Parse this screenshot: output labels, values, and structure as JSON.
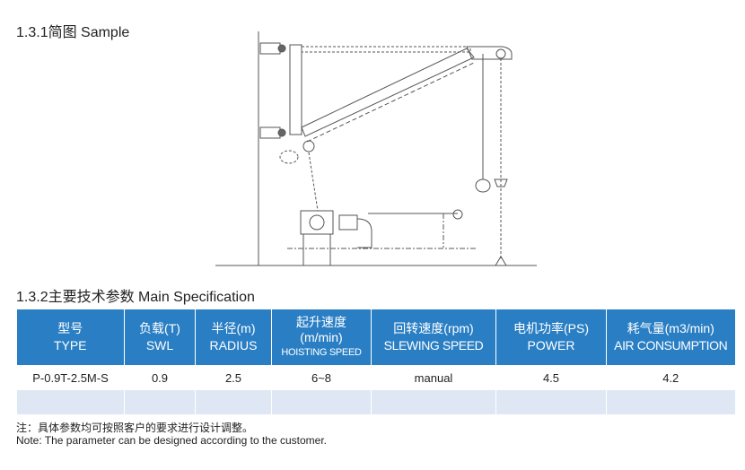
{
  "section1": {
    "title": "1.3.1简图 Sample"
  },
  "section2": {
    "title": "1.3.2主要技术参数 Main Specification"
  },
  "table": {
    "headers": [
      {
        "cn": "型号",
        "en": "TYPE"
      },
      {
        "cn": "负载(T)",
        "en": "SWL"
      },
      {
        "cn": "半径(m)",
        "en": "RADIUS"
      },
      {
        "cn": "起升速度",
        "unit": "(m/min)",
        "en": "HOISTING SPEED"
      },
      {
        "cn": "回转速度(rpm)",
        "en": "SLEWING SPEED"
      },
      {
        "cn": "电机功率(PS)",
        "en": "POWER"
      },
      {
        "cn": "耗气量(m3/min)",
        "en": "AIR CONSUMPTION"
      }
    ],
    "rows": [
      [
        "P-0.9T-2.5M-S",
        "0.9",
        "2.5",
        "6~8",
        "manual",
        "4.5",
        "4.2"
      ]
    ]
  },
  "note": {
    "cn": "注：具体参数均可按照客户的要求进行设计调整。",
    "en": "Note: The parameter can be designed according to the customer."
  }
}
